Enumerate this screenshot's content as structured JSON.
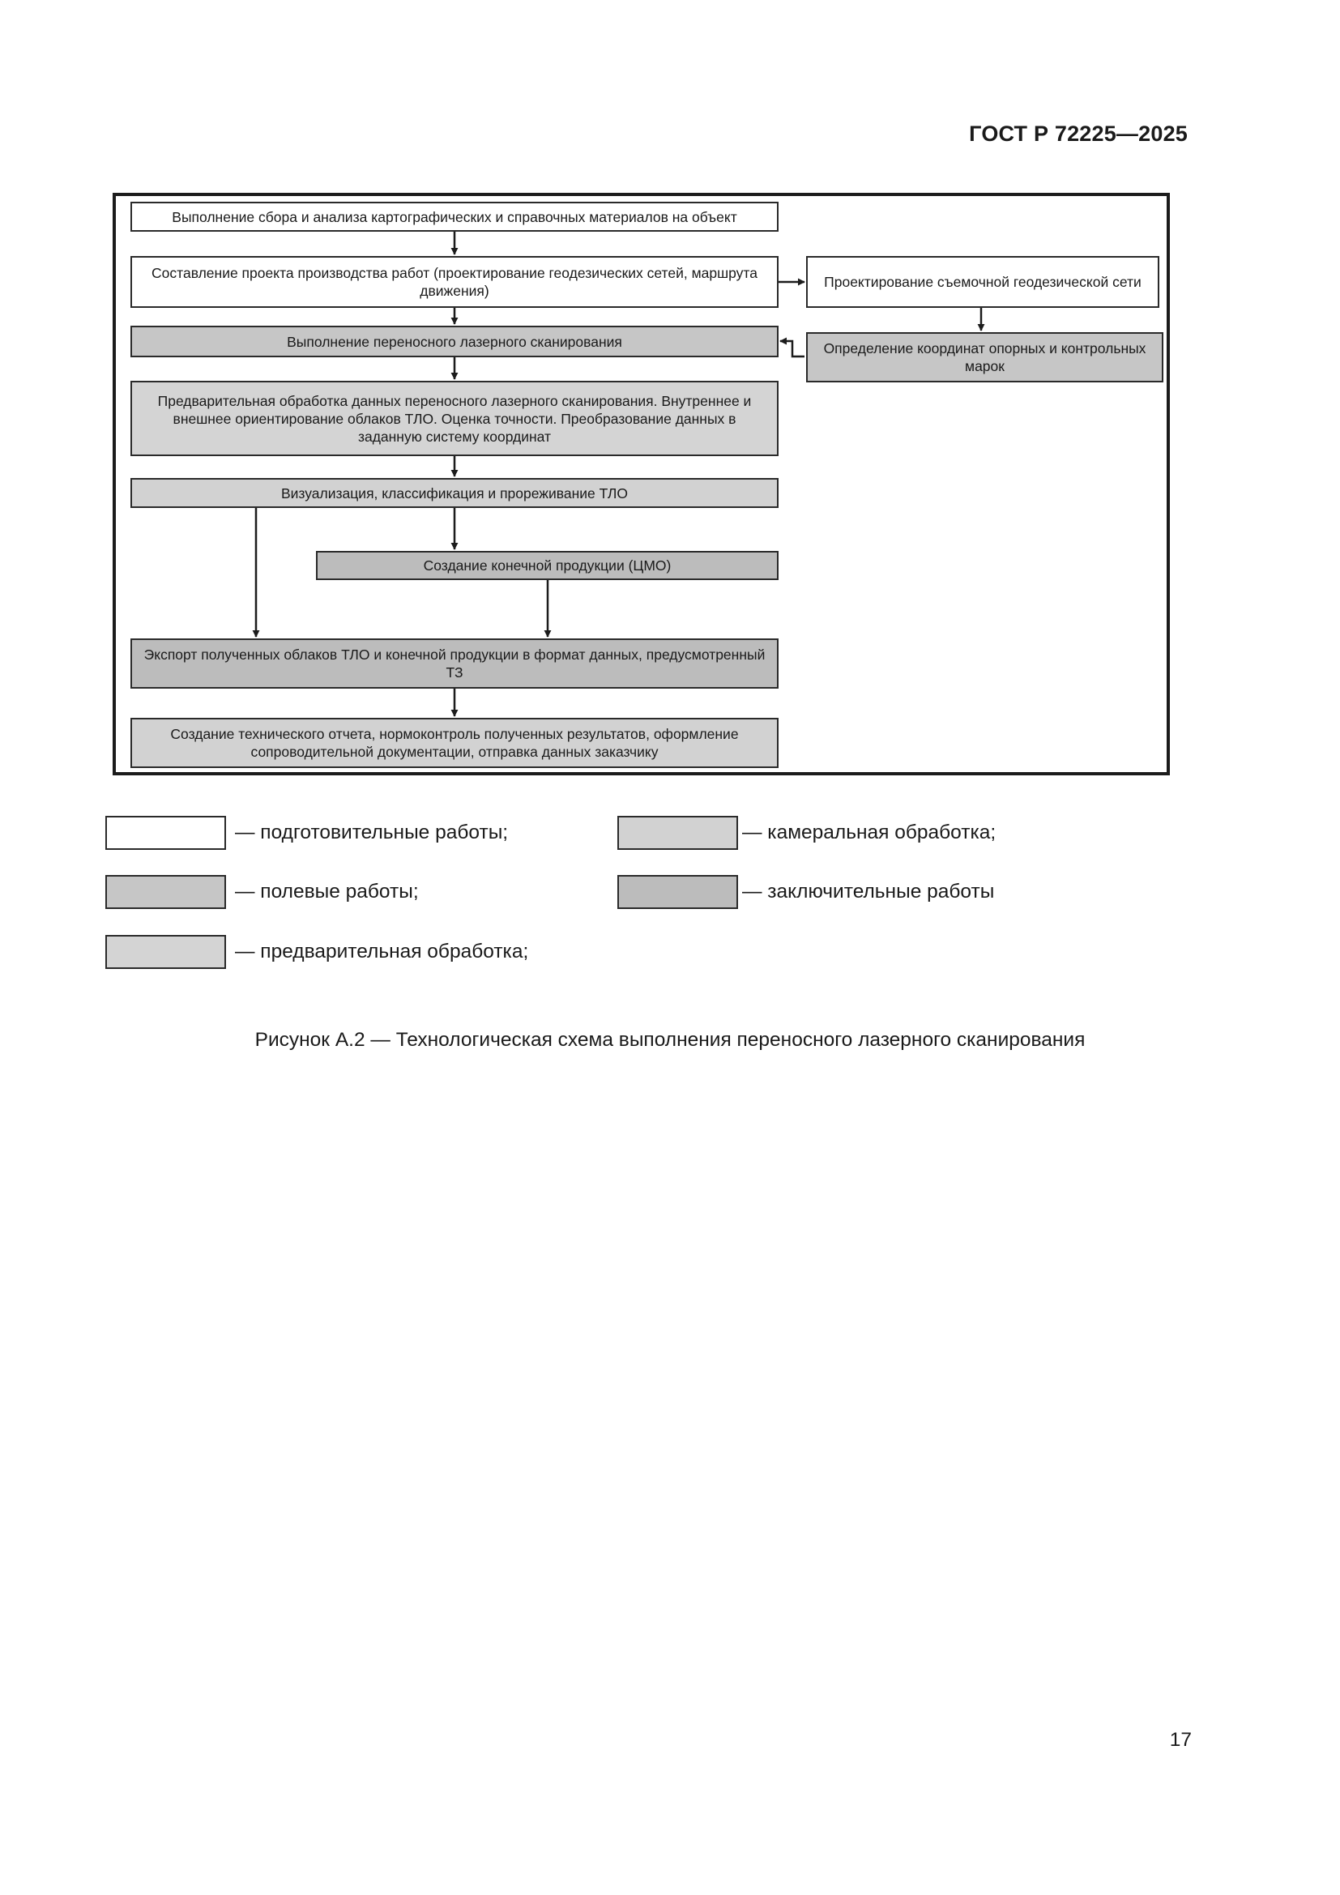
{
  "header": {
    "doc_code": "ГОСТ Р 72225—2025"
  },
  "colors": {
    "prep": "#ffffff",
    "field": "#c6c6c6",
    "pre": "#d4d4d4",
    "cam": "#d2d2d2",
    "fin": "#bcbcbc",
    "line": "#1c1c1c"
  },
  "flowchart": {
    "nodes": {
      "collect": "Выполнение сбора и анализа картографических и справочных материалов на объект",
      "project": "Составление проекта производства работ (проектирование геодезических сетей, маршрута движения)",
      "geonet": "Проектирование съемочной геодезической сети",
      "scan": "Выполнение переносного лазерного сканирования",
      "coords": "Определение координат опорных и контрольных марок",
      "preproc": "Предварительная обработка данных переносного лазерного сканирования. Внутреннее и внешнее ориентирование облаков ТЛО. Оценка точности. Преобразование данных в заданную систему координат",
      "visual": "Визуализация, классификация и прореживание ТЛО",
      "dem": "Создание конечной продукции (ЦМО)",
      "export": "Экспорт полученных облаков ТЛО и конечной продукции в формат данных, предусмотренный ТЗ",
      "report": "Создание технического отчета, нормоконтроль полученных результатов, оформление сопроводительной документации, отправка данных заказчику"
    }
  },
  "legend": [
    {
      "label": "— подготовительные работы;"
    },
    {
      "label": "— камеральная обработка;"
    },
    {
      "label": "— полевые работы;"
    },
    {
      "label": "— заключительные работы"
    },
    {
      "label": "— предварительная обработка;"
    }
  ],
  "caption": "Рисунок А.2 — Технологическая схема выполнения переносного лазерного сканирования",
  "page_number": "17"
}
